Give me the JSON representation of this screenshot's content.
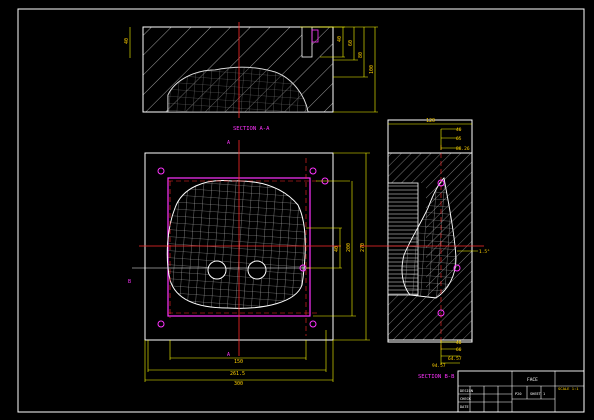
{
  "colors": {
    "background": "#000000",
    "frame": "#ffffff",
    "outline": "#ffffff",
    "hatch": "#c8c8c8",
    "mesh": "#bfbfbf",
    "centerline": "#ff2a2a",
    "dimension": "#ffff00",
    "dimension_text": "#ffd000",
    "section_label": "#ff33ff",
    "pin": "#ff33ff"
  },
  "labels": {
    "section_aa": "SECTION A-A",
    "section_bb": "SECTION B-B",
    "cut_a_top": "A",
    "cut_a_bottom": "A",
    "cut_b_left": "B"
  },
  "dims_top_view": {
    "left": "40",
    "right_1": "40",
    "right_2": "60",
    "right_3": "80",
    "right_4": "100"
  },
  "dims_plan_view": {
    "bottom_1": "150",
    "bottom_2": "261.5",
    "bottom_3": "300",
    "right_1": "40",
    "right_2": "200",
    "right_3": "270"
  },
  "dims_side_view": {
    "top_width": "120",
    "top_1": "40",
    "top_2": "65",
    "top_3": "88.26",
    "bottom_1": "40",
    "bottom_2": "60",
    "bottom_3": "64.57",
    "bottom_4": "94.57",
    "angle": "1.5°"
  },
  "title_block": {
    "drawing_name": "FACE",
    "part_code": "SCALE 1:1",
    "row1": "DESIGN",
    "row2": "CHECK",
    "row3": "DATE",
    "material": "P20",
    "weight": "SHEET 1"
  }
}
